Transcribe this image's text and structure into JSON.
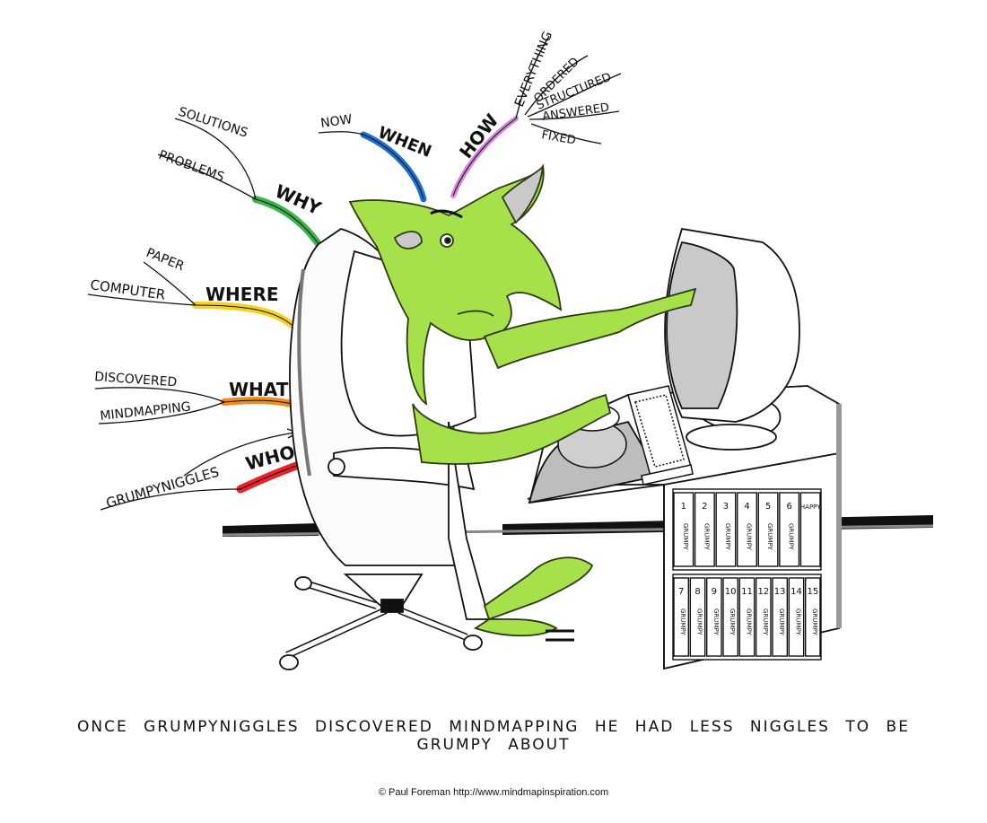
{
  "branches": [
    {
      "key": "who",
      "label": "WHO",
      "color": "#e8232a",
      "subs": [
        "GRUMPYNIGGLES"
      ]
    },
    {
      "key": "what",
      "label": "WHAT",
      "color": "#f08a1c",
      "subs": [
        "DISCOVERED",
        "MINDMAPPING"
      ]
    },
    {
      "key": "where",
      "label": "WHERE",
      "color": "#f4d31a",
      "subs": [
        "PAPER",
        "COMPUTER"
      ]
    },
    {
      "key": "why",
      "label": "WHY",
      "color": "#3bb54a",
      "subs": [
        "SOLUTIONS",
        "PROBLEMS"
      ]
    },
    {
      "key": "when",
      "label": "WHEN",
      "color": "#1f6fd1",
      "subs": [
        "NOW"
      ]
    },
    {
      "key": "how",
      "label": "HOW",
      "color": "#d784e0",
      "subs": [
        "EVERYTHING",
        "ORDERED",
        "STRUCTURED",
        "ANSWERED",
        "FIXED"
      ]
    }
  ],
  "books": {
    "top": [
      "1",
      "2",
      "3",
      "4",
      "5",
      "6",
      "HAPPY"
    ],
    "bottom": [
      "7",
      "8",
      "9",
      "10",
      "11",
      "12",
      "13",
      "14",
      "15"
    ],
    "spine_word": "GRUMPY"
  },
  "colors": {
    "creature": "#a6e04a",
    "creature_outline": "#2b3a10"
  },
  "caption": "ONCE GRUMPYNIGGLES DISCOVERED MINDMAPPING HE HAD LESS NIGGLES TO BE GRUMPY ABOUT",
  "credit": "© Paul Foreman http://www.mindmapinspiration.com"
}
